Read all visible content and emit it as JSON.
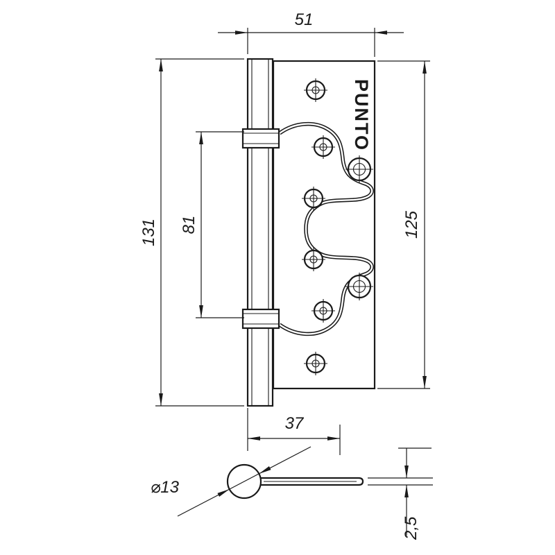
{
  "drawing": {
    "brand": "PUNTO",
    "dimensions": {
      "width_top": "51",
      "pin_height": "131",
      "knuckle_span": "81",
      "plate_height": "125",
      "leaf_offset": "37",
      "pin_diameter": "⌀13",
      "leaf_thickness": "2,5"
    },
    "colors": {
      "line": "#1a1a1a",
      "background": "#ffffff"
    }
  }
}
